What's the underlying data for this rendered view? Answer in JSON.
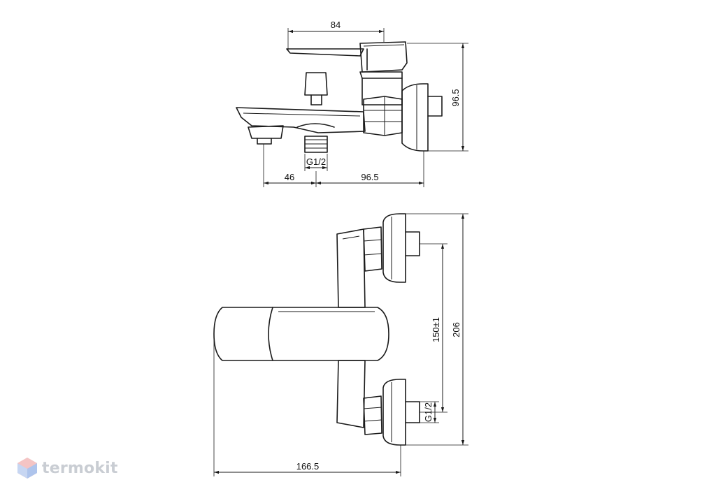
{
  "dimensions": {
    "top_width": "84",
    "top_height": "96.5",
    "top_thread": "G1/2",
    "bottom_left": "46",
    "bottom_right": "96.5",
    "front_height_total": "206",
    "front_center_distance": "150±1",
    "front_thread": "G1/2",
    "front_width": "166.5"
  },
  "logo": {
    "text": "termokit",
    "icon": "hexagon-cube-icon"
  }
}
